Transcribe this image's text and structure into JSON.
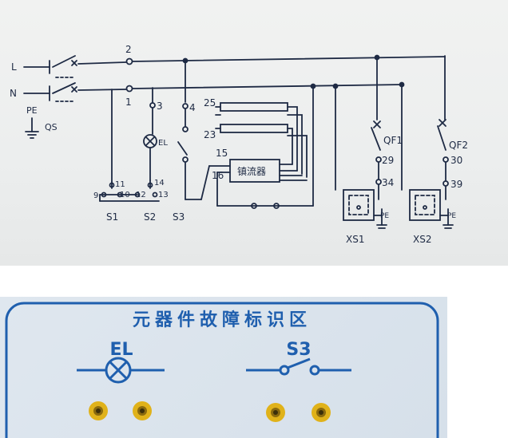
{
  "diagram": {
    "line_labels": {
      "L": "L",
      "N": "N",
      "PE": "PE",
      "QS": "QS"
    },
    "nodes": {
      "n1": "1",
      "n2": "2",
      "n3": "3",
      "n4": "4",
      "n9": "9",
      "n10": "10",
      "n11": "11",
      "n12": "12",
      "n13": "13",
      "n14": "14",
      "n15": "15",
      "n16": "16",
      "n23": "23",
      "n25": "25",
      "n29": "29",
      "n30": "30",
      "n34": "34",
      "n39": "39"
    },
    "components": {
      "lamp": "EL",
      "s1": "S1",
      "s2": "S2",
      "s3": "S3",
      "ballast": "镇流器",
      "qf1": "QF1",
      "qf2": "QF2",
      "xs1": "XS1",
      "xs2": "XS2",
      "pe1": "PE",
      "pe2": "PE"
    }
  },
  "panel": {
    "title": "元器件故障标识区",
    "lamp_label": "EL",
    "switch_label": "S3"
  },
  "colors": {
    "ink": "#1e2a44",
    "panel_blue": "#1f5fae",
    "terminal_yellow": "#e0b21a"
  }
}
